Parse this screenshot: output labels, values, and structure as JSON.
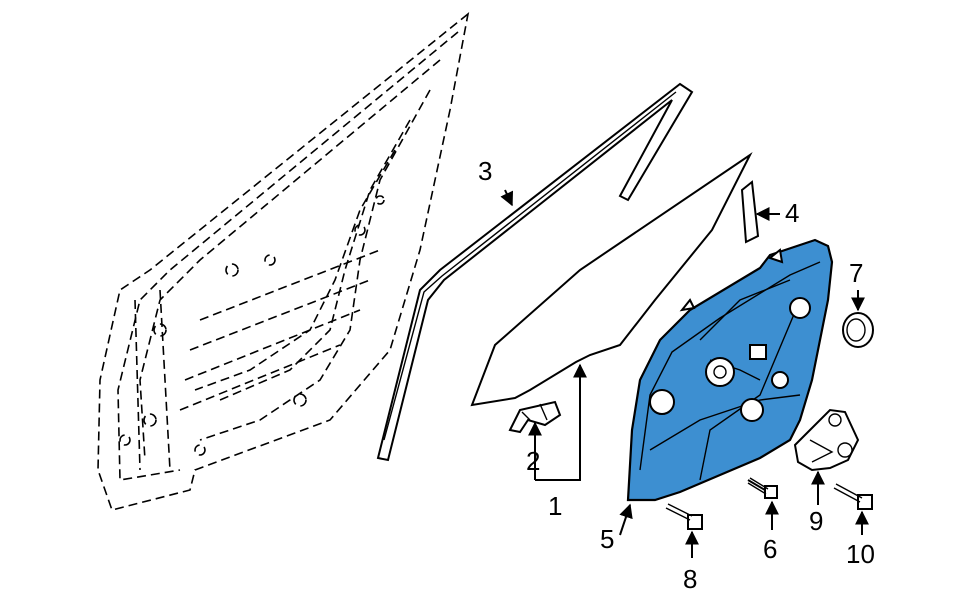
{
  "highlight_color": "#3d8fd1",
  "callouts": [
    {
      "id": "1",
      "label": "1"
    },
    {
      "id": "2",
      "label": "2"
    },
    {
      "id": "3",
      "label": "3"
    },
    {
      "id": "4",
      "label": "4"
    },
    {
      "id": "5",
      "label": "5"
    },
    {
      "id": "6",
      "label": "6"
    },
    {
      "id": "7",
      "label": "7"
    },
    {
      "id": "8",
      "label": "8"
    },
    {
      "id": "9",
      "label": "9"
    },
    {
      "id": "10",
      "label": "10"
    }
  ]
}
